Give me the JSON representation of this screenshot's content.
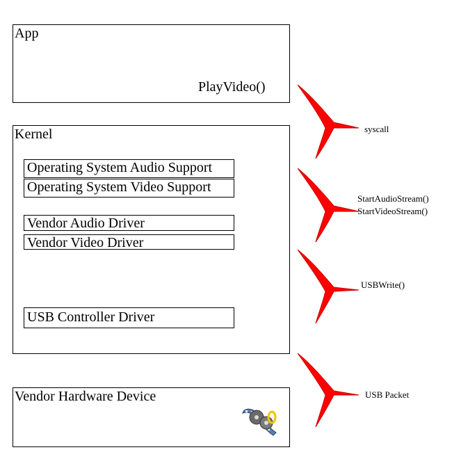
{
  "app": {
    "title": "App",
    "call": "PlayVideo()"
  },
  "kernel": {
    "title": "Kernel",
    "modules": [
      "Operating System Audio Support",
      "Operating System Video Support",
      "Vendor Audio Driver",
      "Vendor Video Driver",
      "USB Controller Driver"
    ]
  },
  "device": {
    "title": "Vendor Hardware Device",
    "icon": "film-reel-icon"
  },
  "arrows": [
    {
      "label": "syscall"
    },
    {
      "label_line1": "StartAudioStream()",
      "label_line2": "StartVideoStream()"
    },
    {
      "label": "USBWrite()"
    },
    {
      "label": "USB Packet"
    }
  ],
  "colors": {
    "arrow": "#ff0000",
    "border": "#000000"
  }
}
